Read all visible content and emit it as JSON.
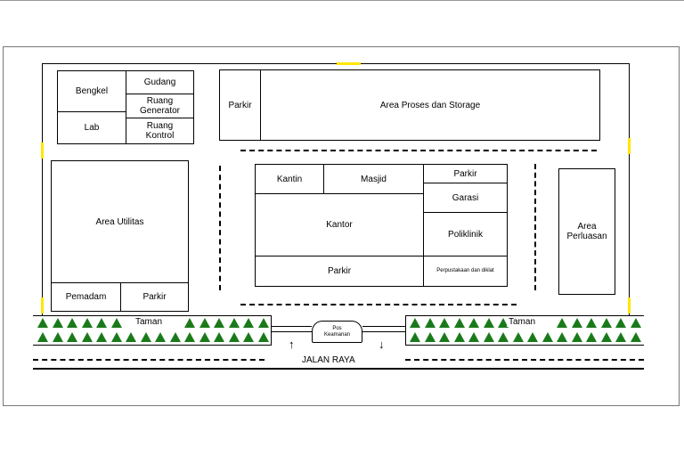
{
  "site": {
    "bengkel": "Bengkel",
    "gudang": "Gudang",
    "ruang_generator": "Ruang Generator",
    "lab": "Lab",
    "ruang_kontrol": "Ruang Kontrol",
    "parkir_proses": "Parkir",
    "area_proses": "Area Proses dan Storage",
    "area_utilitas": "Area Utilitas",
    "pemadam": "Pemadam",
    "parkir_utilitas": "Parkir",
    "kantin": "Kantin",
    "masjid": "Masjid",
    "parkir_kantor": "Parkir",
    "garasi": "Garasi",
    "kantor": "Kantor",
    "poliklinik": "Poliklinik",
    "parkir_bawah": "Parkir",
    "perpustakaan": "Perpustakaan dan diklat",
    "area_perluasan": "Area Perluasan",
    "taman_kiri": "Taman",
    "taman_kanan": "Taman",
    "pos_keamanan": "Pos Keamanan",
    "jalan_raya": "JALAN RAYA"
  },
  "colors": {
    "gate": "#ffe600",
    "tree": "#1a7a1a"
  }
}
